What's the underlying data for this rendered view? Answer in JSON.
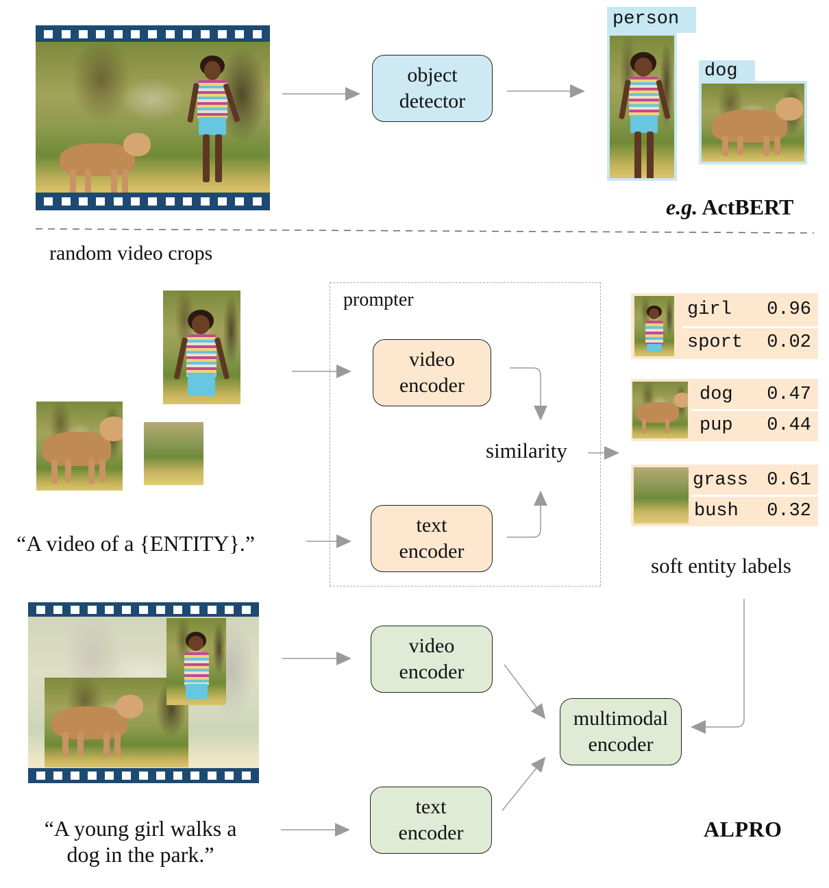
{
  "top_section": {
    "input_label": "random video crops",
    "detector_box": "object detector",
    "detector_box_lines": [
      "object",
      "detector"
    ],
    "detections": [
      {
        "label": "person"
      },
      {
        "label": "dog"
      }
    ],
    "method_name_prefix": "e.g.",
    "method_name": "ActBERT"
  },
  "middle_section": {
    "prompter_label": "prompter",
    "video_encoder_lines": [
      "video",
      "encoder"
    ],
    "text_encoder_lines": [
      "text",
      "encoder"
    ],
    "similarity_label": "similarity",
    "prompt_template": "“A video of a {ENTITY}.”",
    "soft_labels_title": "soft entity labels",
    "soft_labels": [
      {
        "crop": "girl",
        "entities": [
          {
            "name": "girl",
            "score": "0.96"
          },
          {
            "name": "sport",
            "score": "0.02"
          }
        ]
      },
      {
        "crop": "dog",
        "entities": [
          {
            "name": "dog",
            "score": "0.47"
          },
          {
            "name": "pup",
            "score": "0.44"
          }
        ]
      },
      {
        "crop": "grass",
        "entities": [
          {
            "name": "grass",
            "score": "0.61"
          },
          {
            "name": "bush",
            "score": "0.32"
          }
        ]
      }
    ]
  },
  "bottom_section": {
    "video_encoder_lines": [
      "video",
      "encoder"
    ],
    "text_encoder_lines": [
      "text",
      "encoder"
    ],
    "multimodal_encoder_lines": [
      "multimodal",
      "encoder"
    ],
    "caption_lines": [
      "“A young girl walks a",
      "dog in the park.”"
    ],
    "method_name": "ALPRO"
  },
  "colors": {
    "film_strip": "#1d4a72",
    "detector_fill": "#cde9f4",
    "prompter_fill": "#fde7cf",
    "alpro_fill": "#e0ebd6",
    "arrow": "#9a9a9a",
    "detection_tag": "#c7e7f2"
  }
}
